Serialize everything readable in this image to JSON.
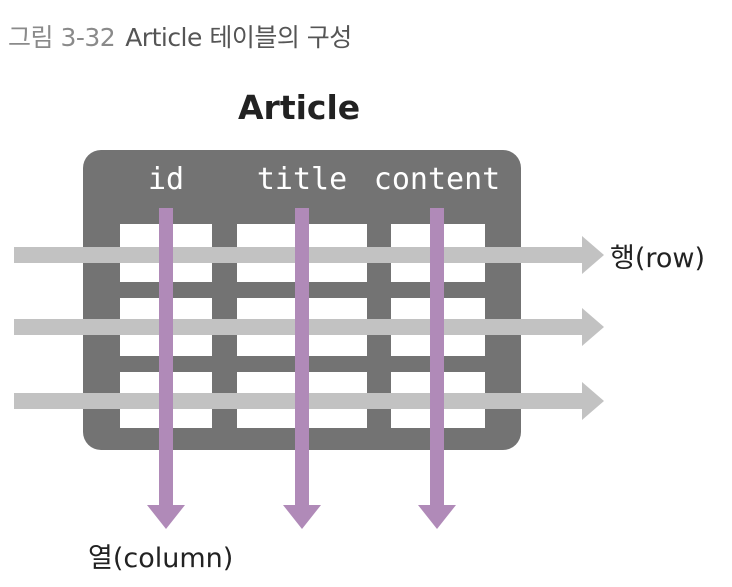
{
  "caption": {
    "figure_label": "그림 3-32",
    "text": "Article 테이블의 구성"
  },
  "table": {
    "name": "Article",
    "columns": [
      "id",
      "title",
      "content"
    ],
    "body_color": "#737373"
  },
  "labels": {
    "row": "행(row)",
    "column": "열(column)"
  },
  "colors": {
    "row_arrow": "#c2c2c2",
    "column_arrow": "#b08ab8"
  }
}
